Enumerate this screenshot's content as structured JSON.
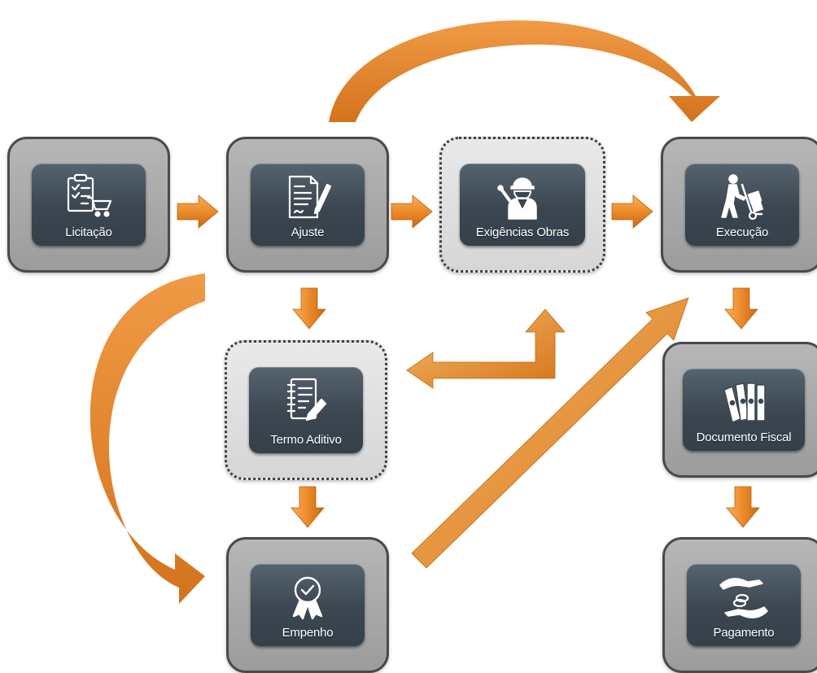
{
  "diagram": {
    "nodes": [
      {
        "id": "licitacao",
        "label": "Licitação",
        "icon": "clipboard-cart-icon",
        "style": "solid"
      },
      {
        "id": "ajuste",
        "label": "Ajuste",
        "icon": "contract-pen-icon",
        "style": "solid"
      },
      {
        "id": "exigencias",
        "label": "Exigências Obras",
        "icon": "engineer-icon",
        "style": "dotted"
      },
      {
        "id": "execucao",
        "label": "Execução",
        "icon": "hand-truck-icon",
        "style": "solid"
      },
      {
        "id": "termo",
        "label": "Termo Aditivo",
        "icon": "document-edit-icon",
        "style": "dotted"
      },
      {
        "id": "documento",
        "label": "Documento Fiscal",
        "icon": "binders-icon",
        "style": "solid"
      },
      {
        "id": "empenho",
        "label": "Empenho",
        "icon": "award-badge-icon",
        "style": "solid"
      },
      {
        "id": "pagamento",
        "label": "Pagamento",
        "icon": "hand-coins-icon",
        "style": "solid"
      }
    ],
    "edges": [
      {
        "from": "licitacao",
        "to": "ajuste"
      },
      {
        "from": "ajuste",
        "to": "exigencias"
      },
      {
        "from": "exigencias",
        "to": "execucao"
      },
      {
        "from": "ajuste",
        "to": "execucao"
      },
      {
        "from": "ajuste",
        "to": "termo"
      },
      {
        "from": "ajuste",
        "to": "empenho"
      },
      {
        "from": "termo",
        "to": "empenho"
      },
      {
        "from": "termo",
        "to": "exigencias"
      },
      {
        "from": "empenho",
        "to": "execucao"
      },
      {
        "from": "execucao",
        "to": "documento"
      },
      {
        "from": "documento",
        "to": "pagamento"
      }
    ],
    "colors": {
      "arrow": "#ee8a2b",
      "tile": "#3b4650",
      "frame": "#a9a9a9",
      "frame_optional": "#dcdcdc",
      "label": "#ffffff"
    }
  }
}
